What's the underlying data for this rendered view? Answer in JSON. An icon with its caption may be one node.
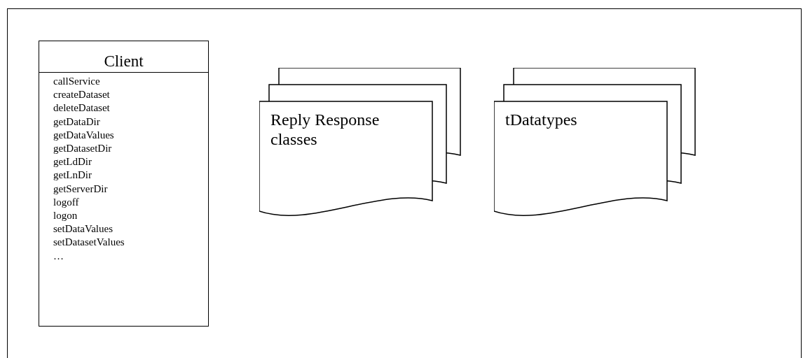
{
  "diagram": {
    "nodes": [
      {
        "text": [
          "Client",
          "callService",
          "createDataset",
          "deleteDataset",
          "getDataDir",
          "getDataValues",
          "getDatasetDir",
          "getLdDir",
          "getLnDir",
          "getServerDir",
          "logoff",
          "logon",
          "setDataValues",
          "setDatasetValues",
          "…"
        ]
      },
      {
        "text": [
          "Reply Response classes"
        ]
      },
      {
        "text": [
          "tDatatypes"
        ]
      }
    ]
  }
}
